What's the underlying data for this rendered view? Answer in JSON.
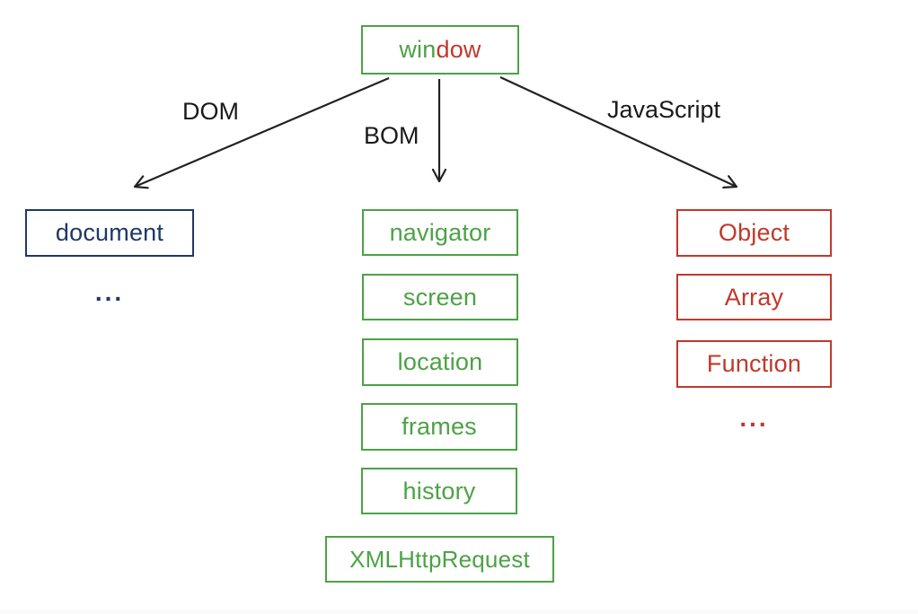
{
  "colors": {
    "green": "#4ca245",
    "red": "#c0392b",
    "navy": "#1f3864",
    "arrow": "#222222",
    "label": "#1a1a1a"
  },
  "nodes": {
    "window": {
      "part_green": "win",
      "part_red": "dow"
    }
  },
  "edges": [
    {
      "label": "DOM"
    },
    {
      "label": "BOM"
    },
    {
      "label": "JavaScript"
    }
  ],
  "columns": {
    "dom": {
      "items": [
        "document"
      ],
      "ellipsis": "..."
    },
    "bom": {
      "items": [
        "navigator",
        "screen",
        "location",
        "frames",
        "history",
        "XMLHttpRequest"
      ]
    },
    "js": {
      "items": [
        "Object",
        "Array",
        "Function"
      ],
      "ellipsis": "..."
    }
  }
}
